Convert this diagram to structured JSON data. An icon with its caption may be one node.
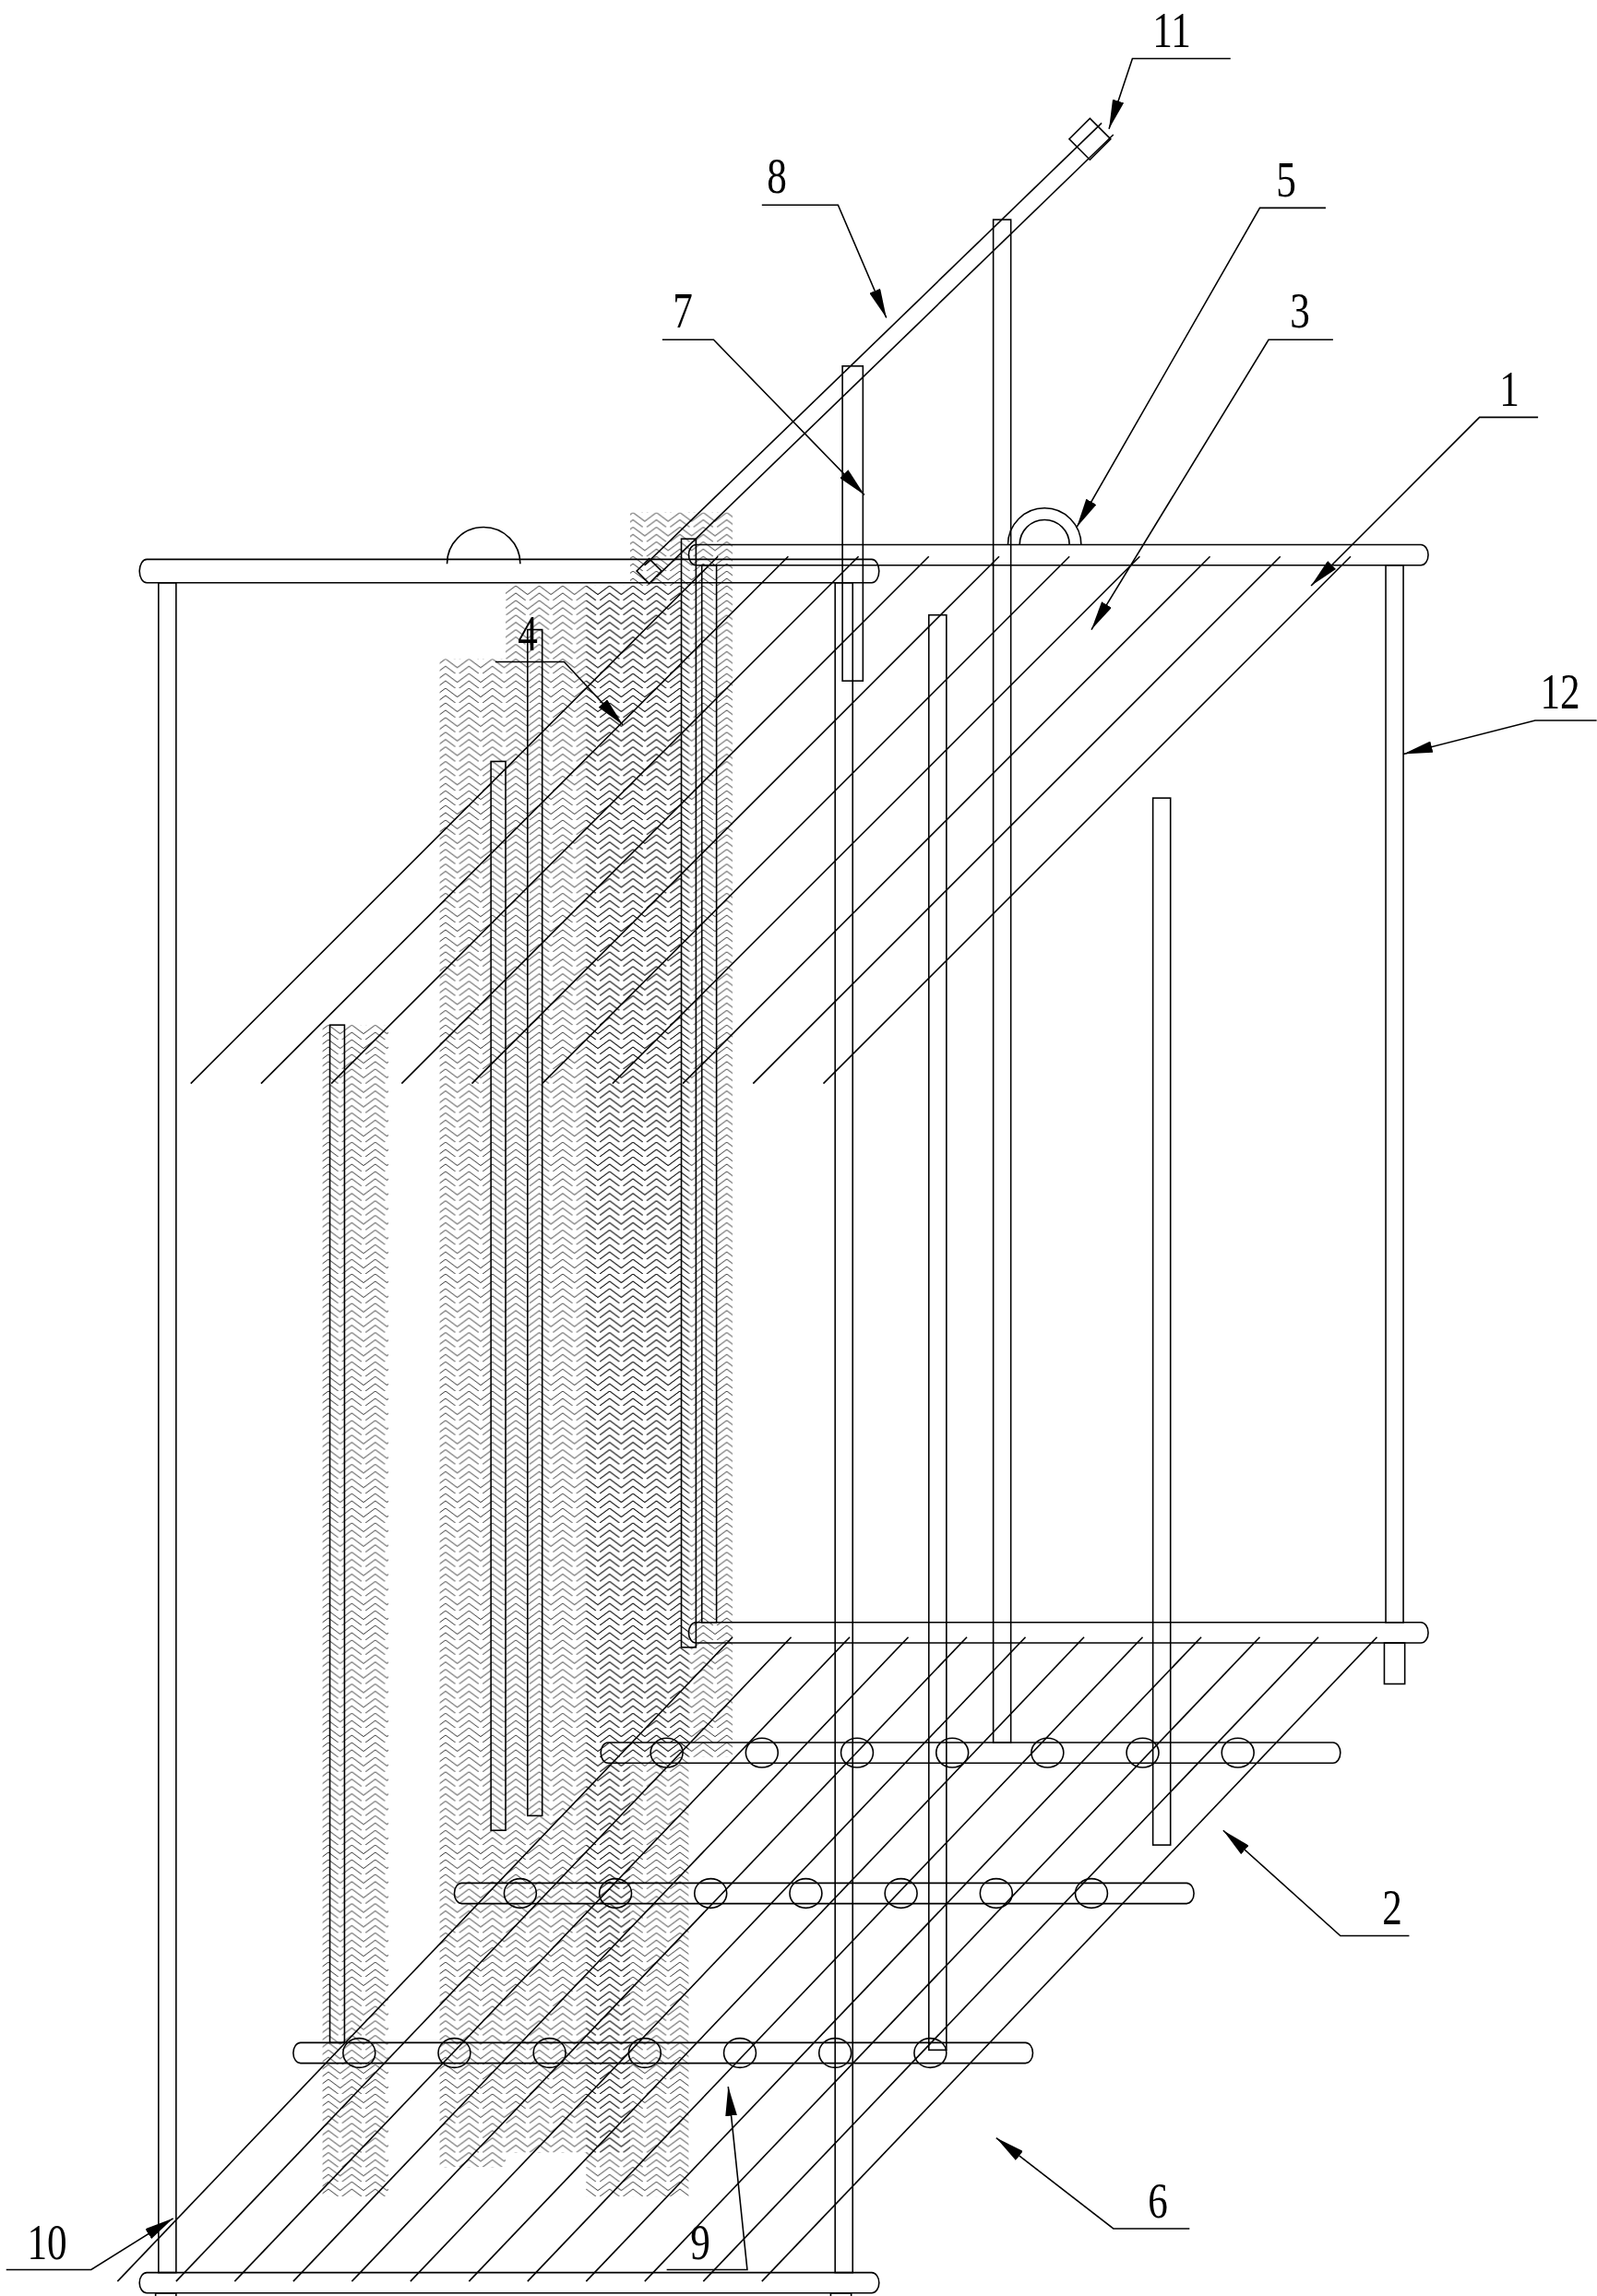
{
  "diagram": {
    "nodes": [
      {
        "text": [
          "11"
        ]
      },
      {
        "text": [
          "8"
        ]
      },
      {
        "text": [
          "5"
        ]
      },
      {
        "text": [
          "7"
        ]
      },
      {
        "text": [
          "3"
        ]
      },
      {
        "text": [
          "1"
        ]
      },
      {
        "text": [
          "4"
        ]
      },
      {
        "text": [
          "12"
        ]
      },
      {
        "text": [
          "2"
        ]
      },
      {
        "text": [
          "6"
        ]
      },
      {
        "text": [
          "9"
        ]
      },
      {
        "text": [
          "10"
        ]
      }
    ],
    "edges": [
      {
        "from": 0,
        "to": null,
        "arrow": "to"
      },
      {
        "from": 1,
        "to": null,
        "arrow": "to"
      },
      {
        "from": 2,
        "to": null,
        "arrow": "to"
      },
      {
        "from": 3,
        "to": null,
        "arrow": "to"
      },
      {
        "from": 4,
        "to": null,
        "arrow": "to"
      },
      {
        "from": 5,
        "to": null,
        "arrow": "to"
      },
      {
        "from": 6,
        "to": null,
        "arrow": "to"
      },
      {
        "from": 7,
        "to": null,
        "arrow": "to"
      },
      {
        "from": 8,
        "to": null,
        "arrow": "to"
      },
      {
        "from": 9,
        "to": null,
        "arrow": "to"
      },
      {
        "from": 10,
        "to": null,
        "arrow": "to"
      },
      {
        "from": 11,
        "to": null,
        "arrow": "to"
      }
    ]
  }
}
